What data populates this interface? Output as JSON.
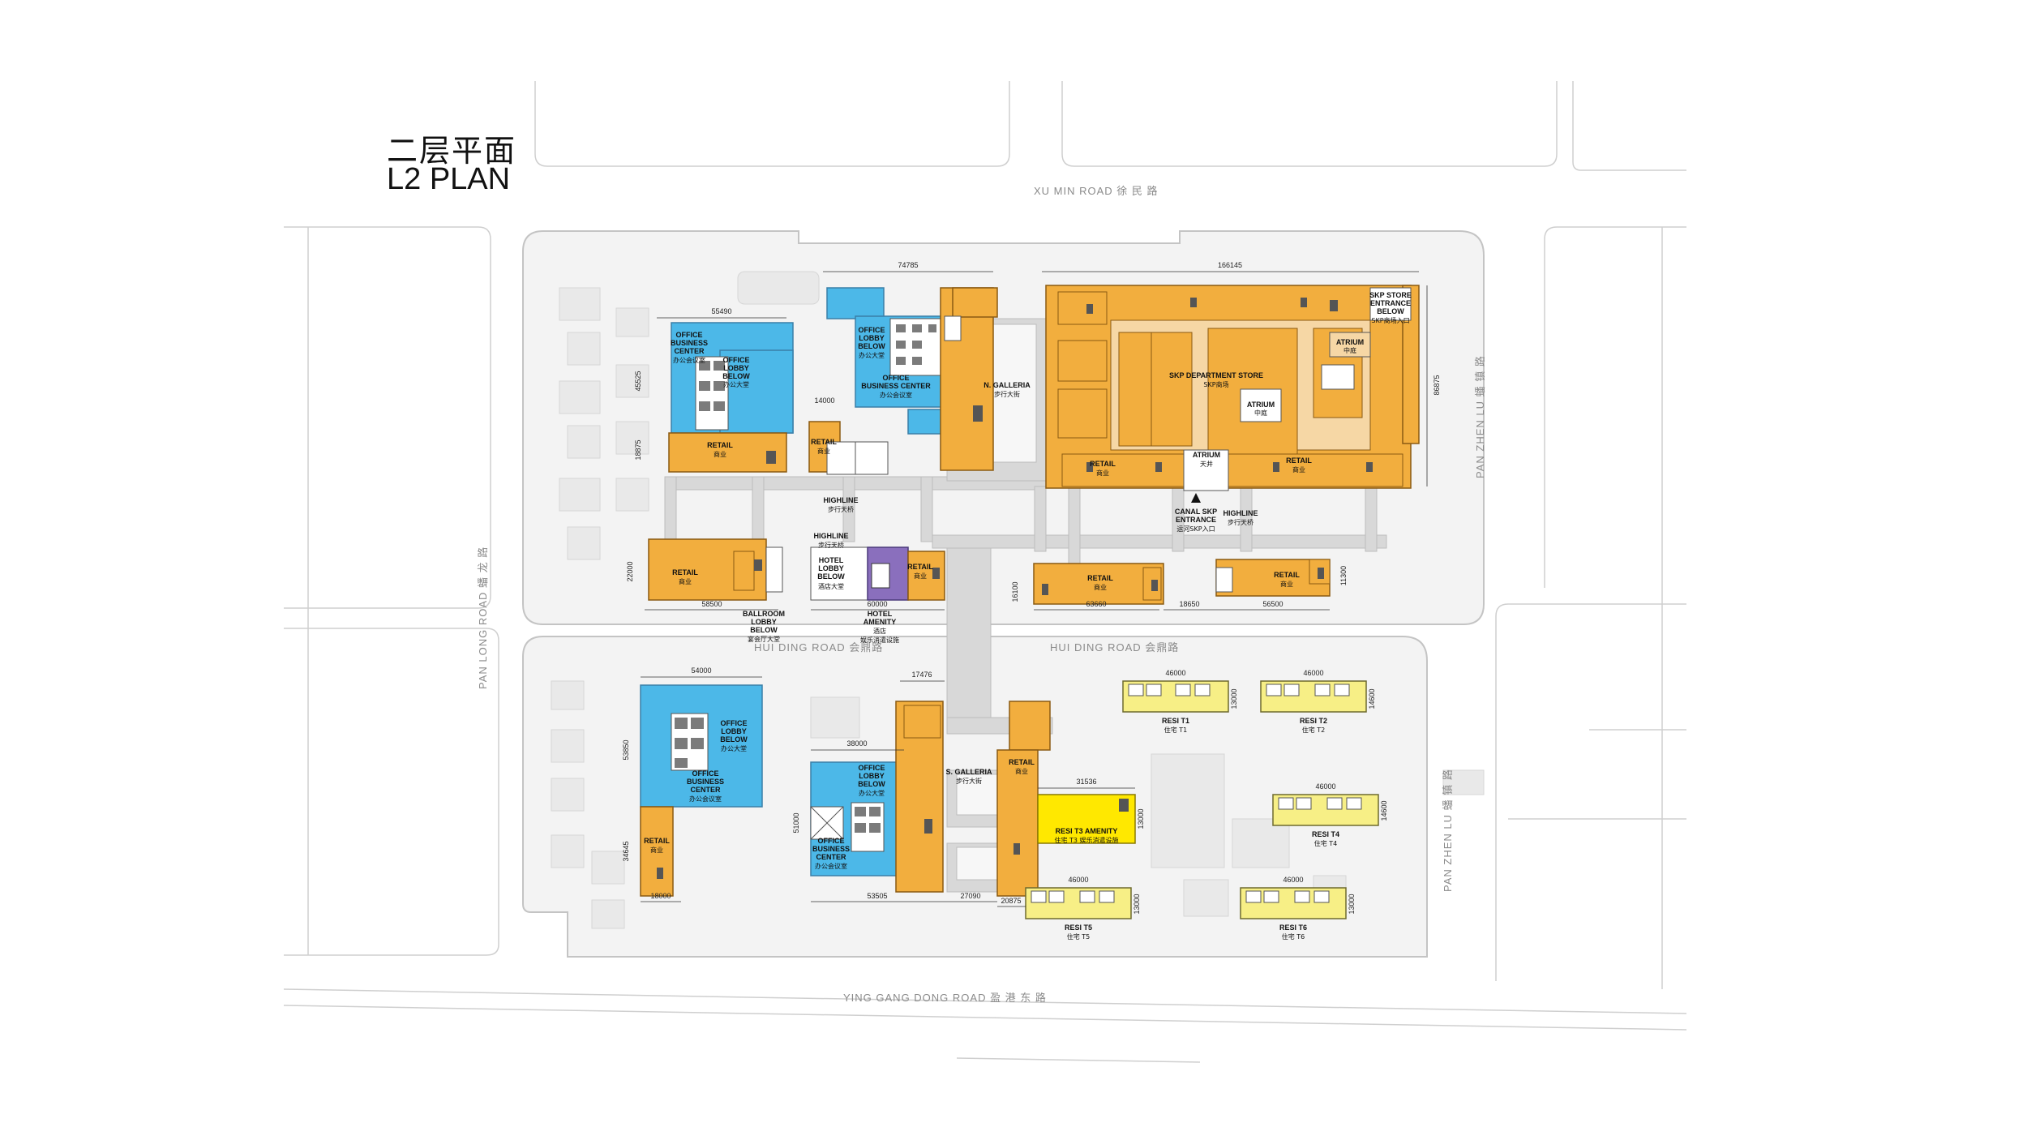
{
  "title": {
    "cn": "二层平面",
    "en": "L2 PLAN"
  },
  "roads": {
    "north": "XU MIN ROAD  徐 民 路",
    "middle_left": "HUI DING ROAD  会鼎路",
    "middle_right": "HUI DING ROAD  会鼎路",
    "south": "YING GANG DONG ROAD  盈 港 东 路",
    "west": "PAN LONG ROAD  蟠 龙 路",
    "east_upper": "PAN ZHEN LU  蟠 镇 路",
    "east_lower": "PAN ZHEN LU  蟠 镇 路"
  },
  "labels": {
    "office_bc_nw": {
      "en1": "OFFICE",
      "en2": "BUSINESS",
      "en3": "CENTER",
      "cn": "办公会议室"
    },
    "office_lobby_nw": {
      "en1": "OFFICE",
      "en2": "LOBBY",
      "en3": "BELOW",
      "cn": "办公大堂"
    },
    "retail_nw": {
      "en": "RETAIL",
      "cn": "商业"
    },
    "retail_small": {
      "en": "RETAIL",
      "cn": "商业"
    },
    "office_lobby_n": {
      "en1": "OFFICE",
      "en2": "LOBBY",
      "en3": "BELOW",
      "cn": "办公大堂"
    },
    "office_bc_n": {
      "en1": "OFFICE",
      "en2": "BUSINESS CENTER",
      "cn": "办公会议室"
    },
    "n_galleria": {
      "en": "N. GALLERIA",
      "cn": "步行大街"
    },
    "skp_dept": {
      "en": "SKP DEPARTMENT STORE",
      "cn": "SKP商场"
    },
    "skp_entrance": {
      "en1": "SKP STORE",
      "en2": "ENTRANCE",
      "en3": "BELOW",
      "cn": "SKP商场入口"
    },
    "atrium_ne": {
      "en": "ATRIUM",
      "cn": "中庭"
    },
    "atrium_c": {
      "en": "ATRIUM",
      "cn": "中庭"
    },
    "atrium_s": {
      "en": "ATRIUM",
      "cn": "天井"
    },
    "retail_skp_l": {
      "en": "RETAIL",
      "cn": "商业"
    },
    "retail_skp_r": {
      "en": "RETAIL",
      "cn": "商业"
    },
    "canal_skp": {
      "en1": "CANAL SKP",
      "en2": "ENTRANCE",
      "cn": "运河SKP入口"
    },
    "highline_1": {
      "en": "HIGHLINE",
      "cn": "步行天桥"
    },
    "highline_2": {
      "en": "HIGHLINE",
      "cn": "步行天桥"
    },
    "highline_3": {
      "en": "HIGHLINE",
      "cn": "步行天桥"
    },
    "retail_mw": {
      "en": "RETAIL",
      "cn": "商业"
    },
    "hotel_lobby": {
      "en1": "HOTEL",
      "en2": "LOBBY",
      "en3": "BELOW",
      "cn": "酒店大堂"
    },
    "retail_hotel": {
      "en": "RETAIL",
      "cn": "商业"
    },
    "ballroom": {
      "en1": "BALLROOM",
      "en2": "LOBBY",
      "en3": "BELOW",
      "cn": "宴会厅大堂"
    },
    "hotel_amenity": {
      "en1": "HOTEL",
      "en2": "AMENITY",
      "cn1": "酒店",
      "cn2": "娱乐消遣设施"
    },
    "retail_mc": {
      "en": "RETAIL",
      "cn": "商业"
    },
    "retail_me": {
      "en": "RETAIL",
      "cn": "商业"
    },
    "office_lobby_sw": {
      "en1": "OFFICE",
      "en2": "LOBBY",
      "en3": "BELOW",
      "cn": "办公大堂"
    },
    "office_bc_sw": {
      "en1": "OFFICE",
      "en2": "BUSINESS",
      "en3": "CENTER",
      "cn": "办公会议室"
    },
    "retail_sw": {
      "en": "RETAIL",
      "cn": "商业"
    },
    "office_lobby_s": {
      "en1": "OFFICE",
      "en2": "LOBBY",
      "en3": "BELOW",
      "cn": "办公大堂"
    },
    "office_bc_s": {
      "en1": "OFFICE",
      "en2": "BUSINESS",
      "en3": "CENTER",
      "cn": "办公会议室"
    },
    "s_galleria": {
      "en": "S. GALLERIA",
      "cn": "步行大街"
    },
    "retail_s": {
      "en": "RETAIL",
      "cn": "商业"
    },
    "resi_t3": {
      "en": "RESI T3 AMENITY",
      "cn": "住宅 T3 娱乐消遣设施"
    },
    "resi_t1": {
      "en": "RESI T1",
      "cn": "住宅 T1"
    },
    "resi_t2": {
      "en": "RESI T2",
      "cn": "住宅 T2"
    },
    "resi_t4": {
      "en": "RESI T4",
      "cn": "住宅 T4"
    },
    "resi_t5": {
      "en": "RESI T5",
      "cn": "住宅 T5"
    },
    "resi_t6": {
      "en": "RESI T6",
      "cn": "住宅 T6"
    }
  },
  "dimensions": {
    "d55490": "55490",
    "d45525": "45525",
    "d18875": "18875",
    "d74785": "74785",
    "d14000": "14000",
    "d166145": "166145",
    "d86875": "86875",
    "d22000": "22000",
    "d58500": "58500",
    "d60000": "60000",
    "d16100": "16100",
    "d63660": "63660",
    "d18650": "18650",
    "d56500": "56500",
    "d11300": "11300",
    "d54000": "54000",
    "d17476": "17476",
    "d53850": "53850",
    "d34645": "34645",
    "d18000": "18000",
    "d38000": "38000",
    "d51000": "51000",
    "d53505": "53505",
    "d27090": "27090",
    "d20875": "20875",
    "d31536": "31536",
    "d13000": "13000",
    "d46000_t1": "46000",
    "d13000_t1": "13000",
    "d46000_t2": "46000",
    "d14600_t2": "14600",
    "d46000_t4": "46000",
    "d14600_t4": "14600",
    "d46000_t5": "46000",
    "d13000_t5": "13000",
    "d46000_t6": "46000",
    "d13000_t6": "13000"
  },
  "colors": {
    "retail": "#f2ae3e",
    "office": "#4cb8e8",
    "residential": "#f7ef86",
    "amenity": "#ffe800",
    "hotel": "#8a6fbd",
    "walkway": "#d8d8d8",
    "atrium": "#f6d7a5",
    "context": "#c8c8c8"
  },
  "legend_icons": [
    "north-arrow-icon"
  ]
}
